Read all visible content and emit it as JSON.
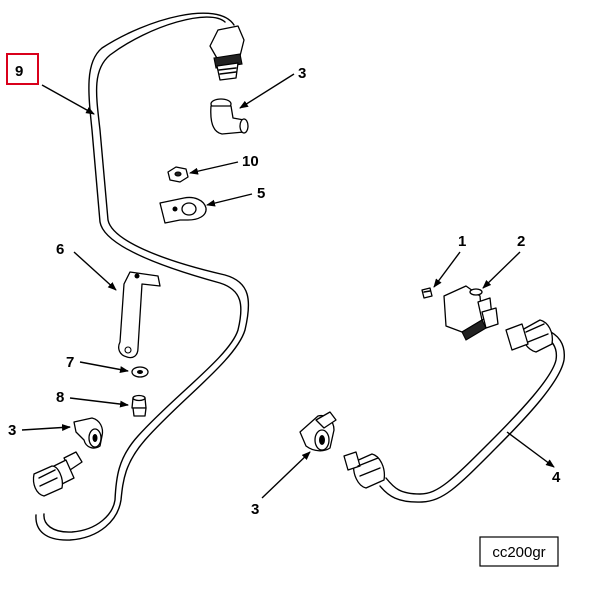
{
  "diagram": {
    "callouts": {
      "c1": "1",
      "c2": "2",
      "c3a": "3",
      "c3b": "3",
      "c3c": "3",
      "c4": "4",
      "c5": "5",
      "c6": "6",
      "c7": "7",
      "c8": "8",
      "c9": "9",
      "c10": "10"
    },
    "highlighted_callout": "9",
    "highlight_color": "#d9001b",
    "figure_id": "cc200gr"
  }
}
